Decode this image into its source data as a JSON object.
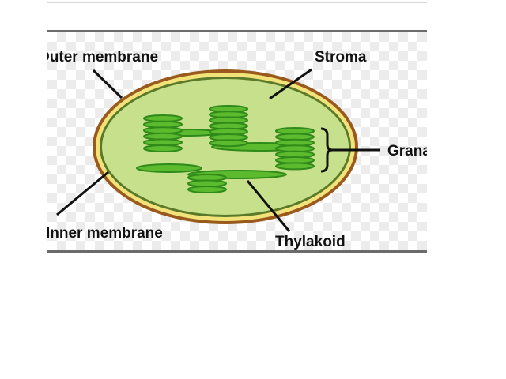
{
  "diagram": {
    "title": "Chloroplast structure",
    "labels": {
      "outer_membrane": "Outer membrane",
      "stroma": "Stroma",
      "grana": "Grana",
      "inner_membrane": "Inner membrane",
      "thylakoid": "Thylakoid"
    },
    "colors": {
      "outer_membrane": "#9a5a1e",
      "intermembrane": "#f2e27a",
      "stroma": "#c6e08c",
      "thylakoid": "#5cba2e",
      "thylakoid_edge": "#2f8a1a"
    }
  }
}
